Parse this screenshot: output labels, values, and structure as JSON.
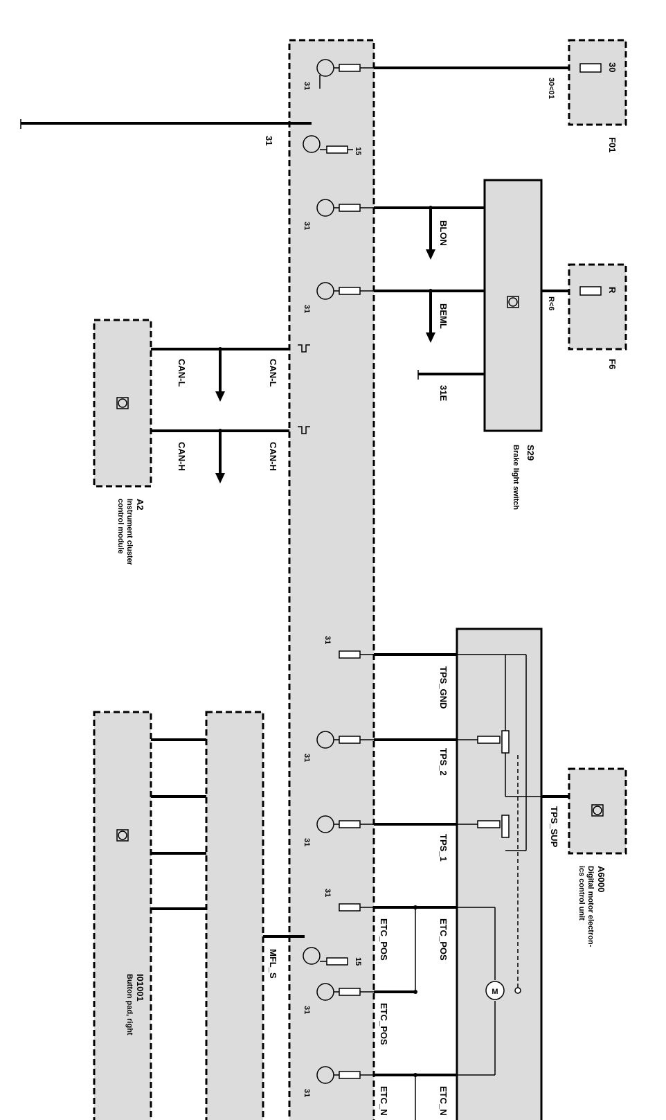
{
  "components": {
    "ecm_box": {
      "label": ""
    },
    "f01": {
      "name": "F01",
      "pin": "30",
      "wire": "30<01"
    },
    "f6": {
      "name": "F6",
      "pin": "R",
      "wire": "R<6"
    },
    "s29": {
      "name": "S29",
      "desc": "Brake light switch"
    },
    "a2": {
      "name": "A2",
      "desc1": "Instrument cluster",
      "desc2": "control module"
    },
    "a6000": {
      "name": "A6000",
      "desc1": "Digital motor electron-",
      "desc2": "ics control unit"
    },
    "i01001": {
      "name": "I01001",
      "desc": "Button pad, right"
    }
  },
  "signals": {
    "blon": "BLON",
    "beml": "BEML",
    "e31": "31E",
    "can_l_left": "CAN-L",
    "can_l_right": "CAN-L",
    "can_h_left": "CAN-H",
    "can_h_right": "CAN-H",
    "tps_gnd": "TPS_GND",
    "tps_2": "TPS_2",
    "tps_1": "TPS_1",
    "tps_sup": "TPS_SUP",
    "etc_pos_a": "ETC_POS",
    "etc_pos_b": "ETC_POS",
    "etc_pos_c": "ETC_POS",
    "etc_n_a": "ETC_N",
    "etc_n_b": "ETC_N",
    "mfl_s": "MFL_S"
  },
  "terminals": {
    "t31": "31",
    "t15": "15",
    "ground_left": "31",
    "motor": "M"
  }
}
